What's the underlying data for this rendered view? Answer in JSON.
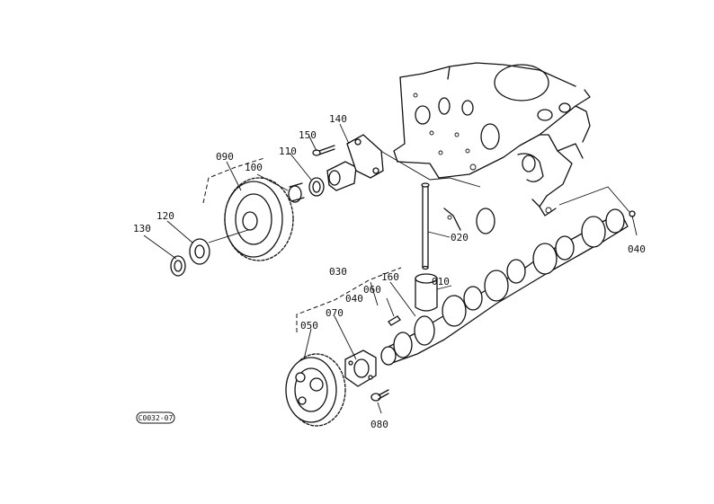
{
  "labels": {
    "p010": "010",
    "p020": "020",
    "p030": "030",
    "p040a": "040",
    "p040b": "040",
    "p050": "050",
    "p060": "060",
    "p070": "070",
    "p080": "080",
    "p090": "090",
    "p100": "100",
    "p110": "110",
    "p120": "120",
    "p130": "130",
    "p140": "140",
    "p150": "150",
    "p160": "160"
  },
  "ref_code": "C0032-07"
}
